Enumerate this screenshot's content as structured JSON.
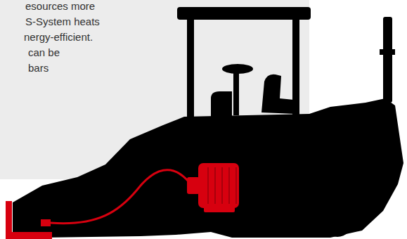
{
  "diagram": {
    "labels": [
      "esources more",
      "S-System heats",
      "nergy-efficient.",
      "can be",
      "bars"
    ]
  }
}
